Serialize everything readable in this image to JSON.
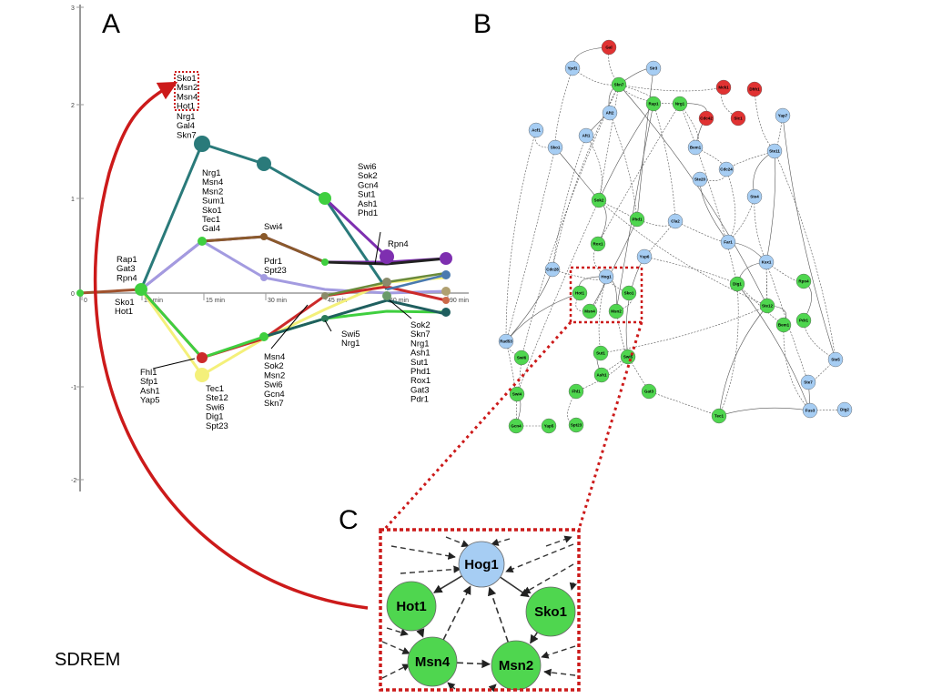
{
  "panels": {
    "a": "A",
    "b": "B",
    "c": "C"
  },
  "caption": "SDREM",
  "colors": {
    "teal": "#2a7a7a",
    "purple": "#7e2fb0",
    "brown": "#8a5a2a",
    "lavender": "#a39be0",
    "yellow": "#f4f07a",
    "red": "#cc2a2a",
    "green": "#3fcf3f",
    "dark": "#222222",
    "blue_node": "#a6cdf3",
    "red_node": "#e03232",
    "green_node": "#4fd64f"
  },
  "panel_a": {
    "y_ticks": [
      "3",
      "2",
      "1",
      "0",
      "-1",
      "-2"
    ],
    "x_ticks": [
      "0",
      "15 min",
      "15 min",
      "30 min",
      "45 min",
      "60 min",
      "90 min"
    ],
    "groups": {
      "top_boxed": [
        "Sko1",
        "Msn2",
        "Msn4",
        "Hot1"
      ],
      "top_rest": [
        "Nrg1",
        "Gal4",
        "Skn7"
      ],
      "teal_split": [
        "Nrg1",
        "Msn4",
        "Msn2",
        "Sum1",
        "Sko1",
        "Tec1",
        "Gal4"
      ],
      "brown_split": [
        "Swi4"
      ],
      "lavender_split": [
        "Pdr1",
        "Spt23"
      ],
      "purple_split": [
        "Swi6",
        "Sok2",
        "Gcn4",
        "Sut1",
        "Ash1",
        "Phd1"
      ],
      "purple_end": [
        "Rpn4"
      ],
      "start_up": [
        "Rap1",
        "Gat3",
        "Rpn4"
      ],
      "start_down": [
        "Sko1",
        "Hot1"
      ],
      "red_split": [
        "Fhl1",
        "Sfp1",
        "Ash1",
        "Yap5"
      ],
      "yellow_split": [
        "Tec1",
        "Ste12",
        "Swi6",
        "Dig1",
        "Spt23"
      ],
      "green_split": [
        "Msn4",
        "Sok2",
        "Msn2",
        "Swi6",
        "Gcn4",
        "Skn7"
      ],
      "mid_split": [
        "Swi5",
        "Nrg1"
      ],
      "lower_right": [
        "Sok2",
        "Skn7",
        "Nrg1",
        "Ash1",
        "Sut1",
        "Phd1",
        "Rox1",
        "Gat3",
        "Pdr1"
      ]
    }
  },
  "panel_b": {
    "nodes": [
      {
        "id": "Gal",
        "c": "red"
      },
      {
        "id": "Ypd1",
        "c": "blue"
      },
      {
        "id": "Sir3",
        "c": "blue"
      },
      {
        "id": "Skn7",
        "c": "green"
      },
      {
        "id": "Mck1",
        "c": "red"
      },
      {
        "id": "Dhh1",
        "c": "red"
      },
      {
        "id": "Rap1",
        "c": "green"
      },
      {
        "id": "Nrg1",
        "c": "green"
      },
      {
        "id": "Cdc42",
        "c": "red"
      },
      {
        "id": "Sic1",
        "c": "red"
      },
      {
        "id": "Yap7",
        "c": "blue"
      },
      {
        "id": "Aft2",
        "c": "blue"
      },
      {
        "id": "Acf1",
        "c": "blue"
      },
      {
        "id": "Aft1",
        "c": "blue"
      },
      {
        "id": "Sko1",
        "c": "blue"
      },
      {
        "id": "Bem1",
        "c": "blue"
      },
      {
        "id": "Ste11",
        "c": "blue"
      },
      {
        "id": "Cdc24",
        "c": "blue"
      },
      {
        "id": "Ste20",
        "c": "blue"
      },
      {
        "id": "Ste4",
        "c": "blue"
      },
      {
        "id": "Sok2",
        "c": "green"
      },
      {
        "id": "Phd1",
        "c": "green"
      },
      {
        "id": "Cla2",
        "c": "blue"
      },
      {
        "id": "Rox1",
        "c": "green"
      },
      {
        "id": "Far1",
        "c": "blue"
      },
      {
        "id": "Ksx1",
        "c": "blue"
      },
      {
        "id": "Cdc28",
        "c": "blue"
      },
      {
        "id": "Hog1",
        "c": "blue"
      },
      {
        "id": "Ysp6",
        "c": "blue"
      },
      {
        "id": "Hot1",
        "c": "green"
      },
      {
        "id": "Sko1b",
        "c": "green"
      },
      {
        "id": "Msn4",
        "c": "green"
      },
      {
        "id": "Msn2",
        "c": "green"
      },
      {
        "id": "Dig1",
        "c": "green"
      },
      {
        "id": "Rpn4",
        "c": "green"
      },
      {
        "id": "Ste12",
        "c": "green"
      },
      {
        "id": "Pdr1",
        "c": "green"
      },
      {
        "id": "Bem1b",
        "c": "green"
      },
      {
        "id": "Rad53",
        "c": "blue"
      },
      {
        "id": "Swi6",
        "c": "green"
      },
      {
        "id": "Sut1",
        "c": "green"
      },
      {
        "id": "Ash1",
        "c": "green"
      },
      {
        "id": "Swi5",
        "c": "green"
      },
      {
        "id": "Ste5",
        "c": "blue"
      },
      {
        "id": "Ste7",
        "c": "blue"
      },
      {
        "id": "Swi4",
        "c": "green"
      },
      {
        "id": "Fhl1",
        "c": "green"
      },
      {
        "id": "Gat3",
        "c": "green"
      },
      {
        "id": "Gcn4",
        "c": "green"
      },
      {
        "id": "Yap5",
        "c": "green"
      },
      {
        "id": "Spt23",
        "c": "green"
      },
      {
        "id": "Tec1",
        "c": "green"
      },
      {
        "id": "Fus3",
        "c": "blue"
      },
      {
        "id": "Dig2",
        "c": "blue"
      }
    ]
  },
  "panel_c": {
    "nodes": [
      {
        "id": "Hog1",
        "label": "Hog1",
        "c": "blue"
      },
      {
        "id": "Hot1",
        "label": "Hot1",
        "c": "green"
      },
      {
        "id": "Sko1",
        "label": "Sko1",
        "c": "green"
      },
      {
        "id": "Msn4",
        "label": "Msn4",
        "c": "green"
      },
      {
        "id": "Msn2",
        "label": "Msn2",
        "c": "green"
      }
    ]
  }
}
